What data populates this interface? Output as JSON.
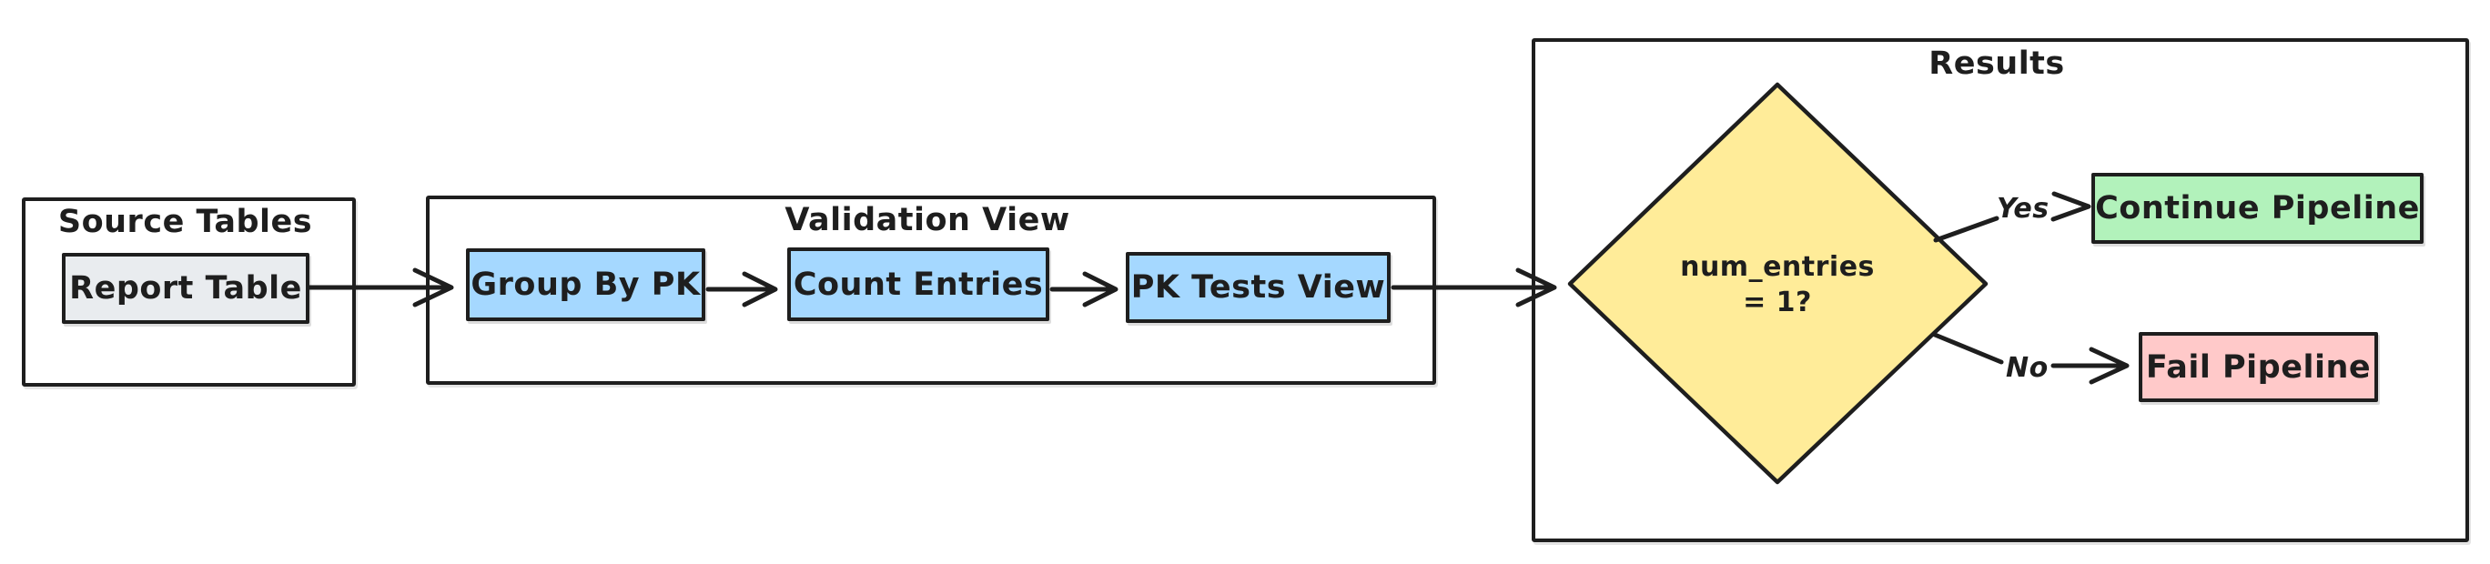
{
  "palette": {
    "stroke": "#1e1e1e",
    "background": "#ffffff",
    "gray": "#e9ecef",
    "blue": "#a5d8ff",
    "yellow": "#ffec99",
    "green": "#b2f2bb",
    "red": "#ffc9c9"
  },
  "containers": {
    "source": {
      "title": "Source Tables"
    },
    "validation": {
      "title": "Validation View"
    },
    "results": {
      "title": "Results"
    }
  },
  "nodes": {
    "report_table": {
      "label": "Report Table",
      "fill": "#e9ecef"
    },
    "group_by_pk": {
      "label": "Group By PK",
      "fill": "#a5d8ff"
    },
    "count_entries": {
      "label": "Count Entries",
      "fill": "#a5d8ff"
    },
    "pk_tests_view": {
      "label": "PK Tests View",
      "fill": "#a5d8ff"
    },
    "decision": {
      "line1": "num_entries",
      "line2": "= 1?",
      "fill": "#ffec99"
    },
    "continue_pipeline": {
      "label": "Continue Pipeline",
      "fill": "#b2f2bb"
    },
    "fail_pipeline": {
      "label": "Fail Pipeline",
      "fill": "#ffc9c9"
    }
  },
  "edges": {
    "yes_label": "Yes",
    "no_label": "No"
  }
}
